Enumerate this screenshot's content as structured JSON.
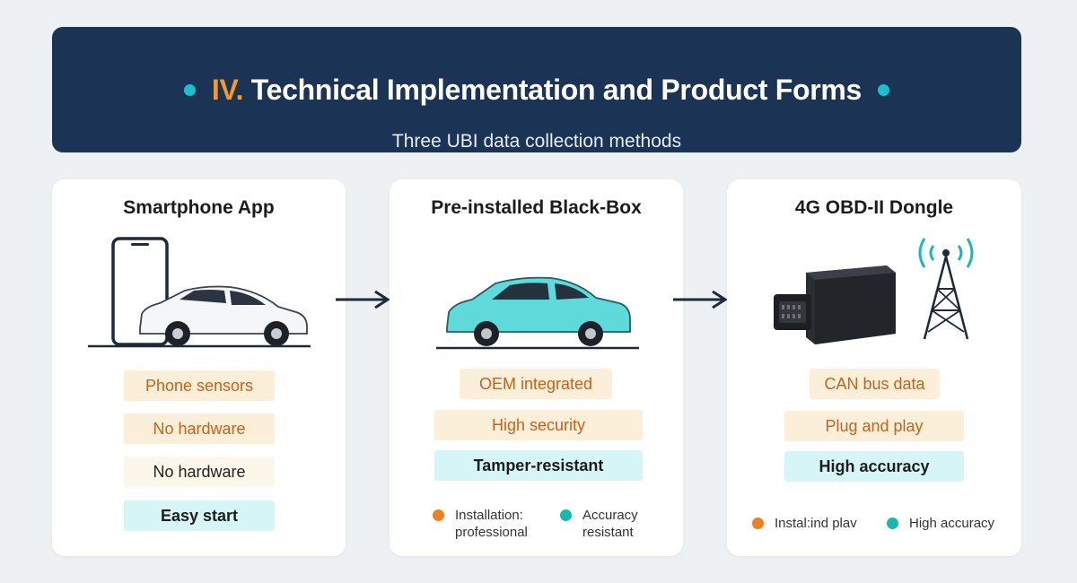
{
  "header": {
    "title_number": "IV.",
    "title_text": " Technical Implementation and Product Forms",
    "subtitle": "Three UBI data collection methods"
  },
  "cards": [
    {
      "title": "Smartphone App",
      "tags": [
        "Phone sensors",
        "No hardware",
        "No hardware",
        "Easy start"
      ]
    },
    {
      "title": "Pre-installed Black-Box",
      "tags": [
        "OEM integrated",
        "High security",
        "Tamper-resistant"
      ],
      "legend": [
        {
          "line1": "Installation:",
          "line2": "professional"
        },
        {
          "line1": "Accuracy",
          "line2": "resistant"
        }
      ]
    },
    {
      "title": "4G OBD-II Dongle",
      "tags": [
        "CAN bus data",
        "Plug and play",
        "High accuracy"
      ],
      "legend": [
        {
          "line1": "Instal:ind plav"
        },
        {
          "line1": "High accuracy"
        }
      ]
    }
  ],
  "colors": {
    "header_bg": "#1b3354",
    "accent_orange": "#f29a2e",
    "accent_teal": "#19c1cf",
    "tag_orange_bg": "#fcefd9",
    "tag_teal_bg": "#d6f5f6"
  },
  "icons": [
    "smartphone-icon",
    "white-car-icon",
    "teal-car-icon",
    "obd-dongle-icon",
    "cell-tower-icon",
    "arrow-right-icon"
  ]
}
